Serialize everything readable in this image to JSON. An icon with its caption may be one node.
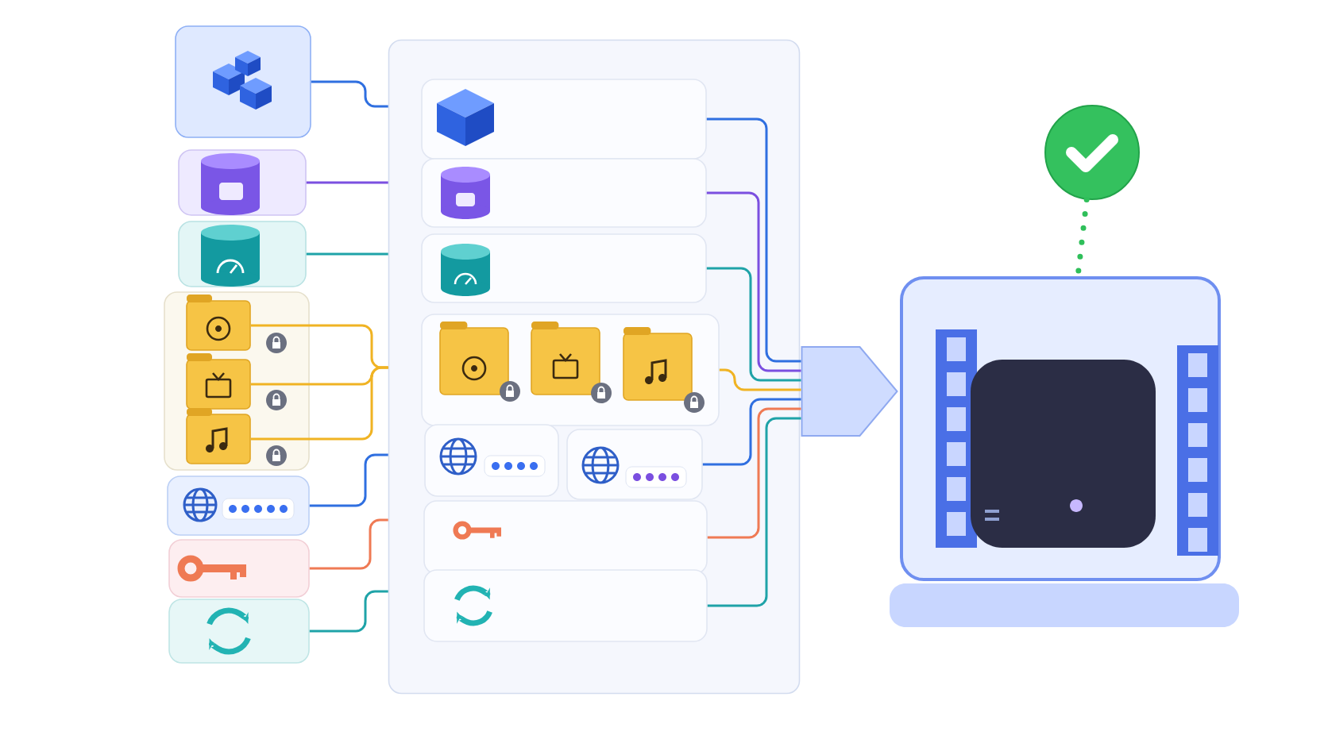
{
  "diagram": {
    "nodes": [
      {
        "text": [],
        "shape": "box"
      },
      {
        "text": [],
        "shape": "box"
      },
      {
        "text": [],
        "shape": "box"
      },
      {
        "text": [],
        "shape": "box"
      },
      {
        "text": [],
        "shape": "folder",
        "in": 3
      },
      {
        "text": [],
        "shape": "folder",
        "in": 3
      },
      {
        "text": [],
        "shape": "folder",
        "in": 3
      },
      {
        "text": [],
        "shape": "box"
      },
      {
        "text": [],
        "shape": "box"
      },
      {
        "text": [],
        "shape": "box"
      },
      {
        "text": [],
        "shape": "box"
      },
      {
        "text": [],
        "shape": "box",
        "in": 10
      },
      {
        "text": [],
        "shape": "box",
        "in": 10
      },
      {
        "text": [],
        "shape": "box",
        "in": 10
      },
      {
        "text": [],
        "shape": "box",
        "in": 10
      },
      {
        "text": [],
        "shape": "folder",
        "in": 14
      },
      {
        "text": [],
        "shape": "folder",
        "in": 14
      },
      {
        "text": [],
        "shape": "folder",
        "in": 14
      },
      {
        "text": [],
        "shape": "box",
        "in": 10
      },
      {
        "text": [],
        "shape": "box",
        "in": 10
      },
      {
        "text": [],
        "shape": "box",
        "in": 10
      },
      {
        "text": [],
        "shape": "box",
        "in": 10
      },
      {
        "text": [],
        "shape": "chevron"
      },
      {
        "text": [],
        "shape": "picture"
      },
      {
        "text": [],
        "shape": "circle"
      }
    ],
    "edges": [
      {
        "from": 0,
        "to": 10,
        "arrow": "none",
        "color": "#2f6fe0"
      },
      {
        "from": 1,
        "to": 10,
        "arrow": "none",
        "color": "#7b4fe0"
      },
      {
        "from": 2,
        "to": 10,
        "arrow": "none",
        "color": "#1fa3a8"
      },
      {
        "from": 4,
        "to": 10,
        "arrow": "none",
        "color": "#f0b323"
      },
      {
        "from": 5,
        "to": 10,
        "arrow": "none",
        "color": "#f0b323"
      },
      {
        "from": 6,
        "to": 10,
        "arrow": "none",
        "color": "#f0b323"
      },
      {
        "from": 7,
        "to": 10,
        "arrow": "none",
        "color": "#2f6fe0"
      },
      {
        "from": 8,
        "to": 10,
        "arrow": "none",
        "color": "#ef7a54"
      },
      {
        "from": 9,
        "to": 10,
        "arrow": "none",
        "color": "#1fa3a8"
      },
      {
        "from": 11,
        "to": 22,
        "arrow": "none",
        "color": "#2f6fe0"
      },
      {
        "from": 12,
        "to": 22,
        "arrow": "none",
        "color": "#7b4fe0"
      },
      {
        "from": 13,
        "to": 22,
        "arrow": "none",
        "color": "#1fa3a8"
      },
      {
        "from": 14,
        "to": 22,
        "arrow": "none",
        "color": "#f0b323"
      },
      {
        "from": 19,
        "to": 22,
        "arrow": "none",
        "color": "#2f6fe0"
      },
      {
        "from": 20,
        "to": 22,
        "arrow": "none",
        "color": "#ef7a54"
      },
      {
        "from": 21,
        "to": 22,
        "arrow": "none",
        "color": "#1fa3a8"
      },
      {
        "from": 24,
        "to": 23,
        "arrow": "none",
        "style": "dashed",
        "color": "#2fbf5a"
      }
    ]
  }
}
